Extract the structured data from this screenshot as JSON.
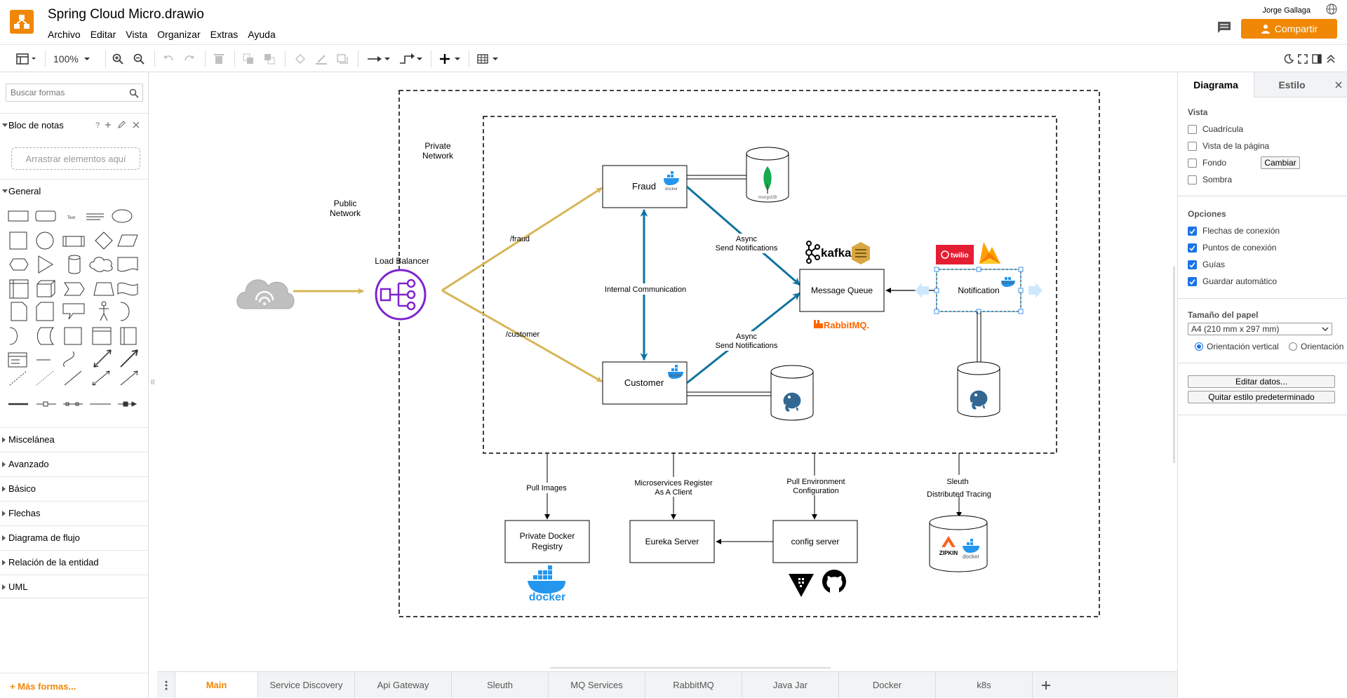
{
  "app": {
    "title": "Spring Cloud Micro.drawio",
    "menu": [
      "Archivo",
      "Editar",
      "Vista",
      "Organizar",
      "Extras",
      "Ayuda"
    ],
    "user": "Jorge Gallaga",
    "share_label": "Compartir",
    "accent": "#f08705"
  },
  "toolbar": {
    "zoom": "100%",
    "icons": [
      "view-panel-icon",
      "zoom-in-icon",
      "zoom-out-icon",
      "undo-icon",
      "redo-icon",
      "delete-icon",
      "to-front-icon",
      "to-back-icon",
      "fill-color-icon",
      "line-color-icon",
      "shadow-icon",
      "connection-icon",
      "waypoints-icon",
      "insert-icon",
      "table-icon",
      "dark-mode-icon",
      "fullscreen-icon",
      "format-panel-icon",
      "collapse-icon"
    ]
  },
  "sidebar": {
    "search_placeholder": "Buscar formas",
    "scratchpad_title": "Bloc de notas",
    "scratchpad_help": "?",
    "scratchpad_drop": "Arrastrar elementos aquí",
    "general_title": "General",
    "sections": [
      "Miscelánea",
      "Avanzado",
      "Básico",
      "Flechas",
      "Diagrama de flujo",
      "Relación de la entidad",
      "UML"
    ],
    "more_shapes": "+ Más formas..."
  },
  "diagram": {
    "public_network": [
      "Public",
      "Network"
    ],
    "private_network": [
      "Private",
      "Network"
    ],
    "load_balancer": "Load Balancer",
    "route_fraud": "/fraud",
    "route_customer": "/customer",
    "fraud": "Fraud",
    "customer": "Customer",
    "internal_comm": "Internal Communication",
    "async_notifications": [
      "Async",
      "Send Notifications"
    ],
    "message_queue": "Message Queue",
    "notification": "Notification",
    "kafka": "kafka",
    "rabbitmq": "RabbitMQ.",
    "twilio": "twilio",
    "docker_badge": "docker",
    "mongodb": "mongoDB",
    "pull_images": "Pull Images",
    "ms_register": [
      "Microservices Register",
      "As A Client"
    ],
    "pull_env": [
      "Pull Environment",
      "Configuration"
    ],
    "sleuth": [
      "Sleuth",
      "Distributed Tracing"
    ],
    "docker_registry": [
      "Private Docker",
      "Registry"
    ],
    "eureka": "Eureka Server",
    "config_server": "config server",
    "docker_logo": "docker",
    "zipkin": "ZIPKIN"
  },
  "pages": {
    "tabs": [
      "Main",
      "Service Discovery",
      "Api Gateway",
      "Sleuth",
      "MQ Services",
      "RabbitMQ",
      "Java Jar",
      "Docker",
      "k8s"
    ],
    "active": "Main"
  },
  "format_panel": {
    "tabs": [
      "Diagrama",
      "Estilo"
    ],
    "view_title": "Vista",
    "view_options": [
      {
        "label": "Cuadrícula",
        "checked": false
      },
      {
        "label": "Vista de la página",
        "checked": false
      },
      {
        "label": "Fondo",
        "checked": false
      },
      {
        "label": "Sombra",
        "checked": false
      }
    ],
    "change_label": "Cambiar",
    "options_title": "Opciones",
    "options": [
      {
        "label": "Flechas de conexión",
        "checked": true
      },
      {
        "label": "Puntos de conexión",
        "checked": true
      },
      {
        "label": "Guías",
        "checked": true
      },
      {
        "label": "Guardar automático",
        "checked": true
      }
    ],
    "paper_title": "Tamaño del papel",
    "paper_value": "A4 (210 mm x 297 mm)",
    "orientation_portrait": "Orientación vertical",
    "orientation_landscape": "Orientación",
    "edit_data": "Editar datos...",
    "clear_style": "Quitar estilo predeterminado"
  }
}
